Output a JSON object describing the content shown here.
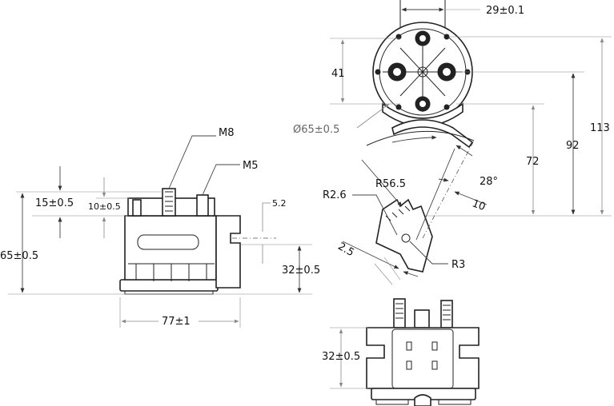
{
  "dimensions": {
    "width_29": "29±0.1",
    "height_41": "41",
    "diameter_65": "Ø65±0.5",
    "height_113": "113",
    "height_92": "92",
    "height_72": "72",
    "angle_28": "28°",
    "radius_56_5": "R56.5",
    "offset_10": "10",
    "radius_2_6": "R2.6",
    "radius_3": "R3",
    "gap_2_5": "2.5",
    "thread_m8": "M8",
    "thread_m5": "M5",
    "height_15": "15±0.5",
    "height_10": "10±0.5",
    "height_65": "65±0.5",
    "slot_5_2": "5.2",
    "height_32_side": "32±0.5",
    "width_77": "77±1",
    "height_32_front": "32±0.5"
  }
}
